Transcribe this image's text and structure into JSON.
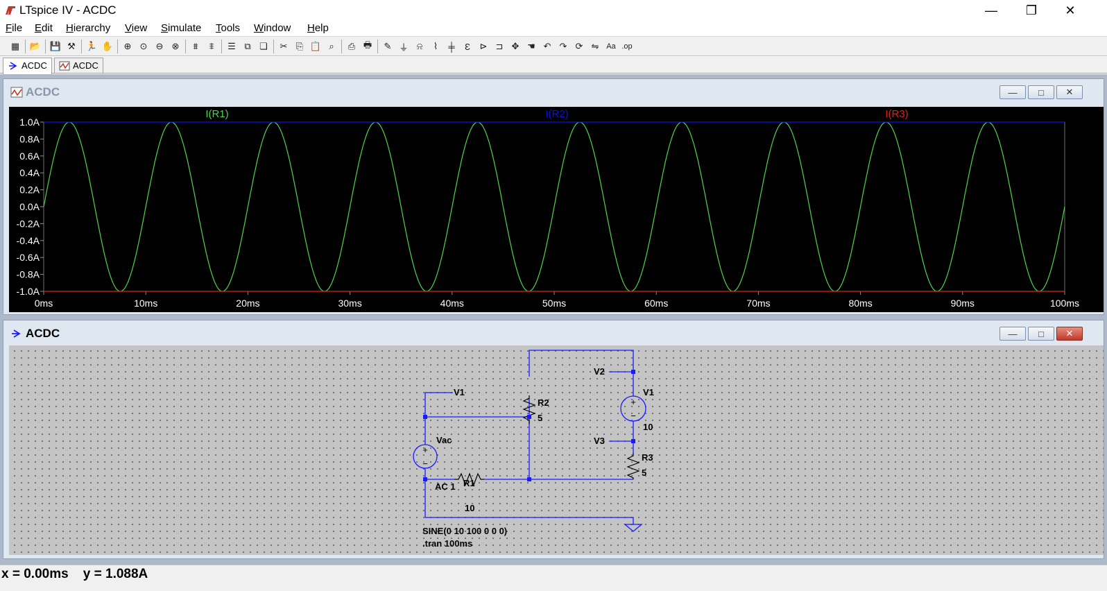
{
  "window": {
    "title": "LTspice IV - ACDC",
    "minimize_glyph": "—",
    "maximize_glyph": "❐",
    "close_glyph": "✕"
  },
  "menu": [
    {
      "label": "File",
      "hotkey": "F",
      "rest": "ile"
    },
    {
      "label": "Edit",
      "hotkey": "E",
      "rest": "dit"
    },
    {
      "label": "Hierarchy",
      "hotkey": "H",
      "rest": "ierarchy"
    },
    {
      "label": "View",
      "hotkey": "V",
      "rest": "iew"
    },
    {
      "label": "Simulate",
      "hotkey": "S",
      "rest": "imulate"
    },
    {
      "label": "Tools",
      "hotkey": "T",
      "rest": "ools"
    },
    {
      "label": "Window",
      "hotkey": "W",
      "rest": "indow"
    },
    {
      "label": "Help",
      "hotkey": "H",
      "rest": "elp"
    }
  ],
  "toolbar_icons": [
    "new-schematic-icon",
    "open-icon",
    "save-icon",
    "control-panel-icon",
    "run-icon",
    "halt-icon",
    "zoom-in-icon",
    "zoom-pan-icon",
    "zoom-out-icon",
    "zoom-cancel-icon",
    "autorange-icon",
    "delete-trace-icon",
    "tile-horizontal-icon",
    "tile-vertical-icon",
    "cascade-icon",
    "cut-icon",
    "copy-icon",
    "paste-icon",
    "find-icon",
    "print-setup-icon",
    "print-icon",
    "wire-icon",
    "ground-icon",
    "label-net-icon",
    "resistor-icon",
    "capacitor-icon",
    "inductor-icon",
    "diode-icon",
    "component-icon",
    "move-icon",
    "drag-icon",
    "undo-icon",
    "redo-icon",
    "rotate-icon",
    "mirror-icon",
    "text-icon",
    "spice-directive-icon"
  ],
  "tabs": [
    {
      "label": "ACDC",
      "kind": "schematic",
      "active": true
    },
    {
      "label": "ACDC",
      "kind": "plot",
      "active": false
    }
  ],
  "plot_window": {
    "title": "ACDC",
    "minimize": "—",
    "maximize": "□",
    "close": "✕"
  },
  "schematic_window": {
    "title": "ACDC",
    "minimize": "—",
    "maximize": "□",
    "close": "✕"
  },
  "chart_data": {
    "type": "line",
    "xlabel": "",
    "ylabel": "",
    "xlim": [
      0,
      100
    ],
    "ylim": [
      -1.0,
      1.0
    ],
    "x_ticks": [
      "0ms",
      "10ms",
      "20ms",
      "30ms",
      "40ms",
      "50ms",
      "60ms",
      "70ms",
      "80ms",
      "90ms",
      "100ms"
    ],
    "y_ticks": [
      "1.0A",
      "0.8A",
      "0.6A",
      "0.4A",
      "0.2A",
      "0.0A",
      "-0.2A",
      "-0.4A",
      "-0.6A",
      "-0.8A",
      "-1.0A"
    ],
    "grid": false,
    "legend": "top",
    "series": [
      {
        "name": "I(R1)",
        "color": "#4cd64c",
        "shape": "sine",
        "amplitude": 1.0,
        "period_ms": 10,
        "offset": 0
      },
      {
        "name": "I(R2)",
        "color": "#1010e0",
        "shape": "constant",
        "value": 1.0
      },
      {
        "name": "I(R3)",
        "color": "#e02020",
        "shape": "constant",
        "value": -1.0
      }
    ]
  },
  "schematic": {
    "labels": {
      "v1_net": "V1",
      "v2_net": "V2",
      "v3_net": "V3",
      "vac_name": "Vac",
      "vac_value": "AC 1",
      "r1_name": "R1",
      "r1_value": "10",
      "r2_name": "R2",
      "r2_value": "5",
      "r3_name": "R3",
      "r3_value": "5",
      "v1_src_name": "V1",
      "v1_src_value": "10",
      "sine_directive": "SINE(0 10 100 0 0 0)",
      "tran_directive": ".tran 100ms"
    },
    "wire_color": "#1a1aff"
  },
  "status": {
    "text": "x = 0.00ms    y = 1.088A"
  }
}
